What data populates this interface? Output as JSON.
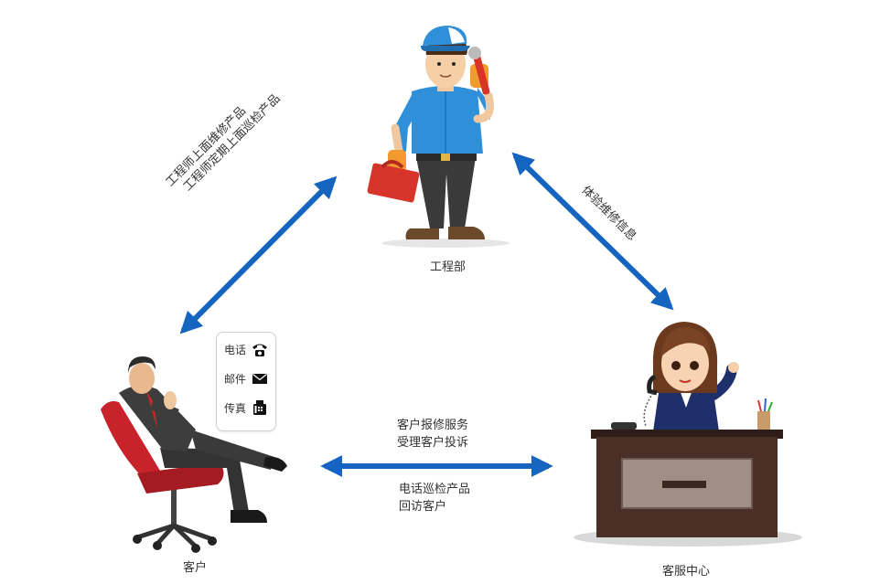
{
  "nodes": {
    "engineering": "工程部",
    "customer": "客户",
    "service_center": "客服中心"
  },
  "edges": {
    "customer_engineering": [
      "工程师上面维修产品",
      "工程师定期上面巡检产品"
    ],
    "engineering_service": "体验维修信息",
    "service_to_customer_top": [
      "客户报修服务",
      "受理客户投诉"
    ],
    "service_to_customer_bottom": [
      "电话巡检产品",
      "回访客户"
    ]
  },
  "channels": [
    {
      "label": "电话",
      "icon": "telephone-icon"
    },
    {
      "label": "邮件",
      "icon": "mail-icon"
    },
    {
      "label": "传真",
      "icon": "fax-icon"
    }
  ],
  "colors": {
    "arrow": "#1565c0",
    "shirt": "#2f8fd8",
    "chair": "#c8222a",
    "desk": "#4a2f26"
  }
}
